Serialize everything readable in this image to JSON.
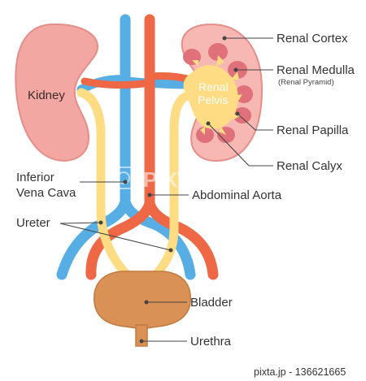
{
  "colors": {
    "kidney": "#f3a7a3",
    "kidney_cortex": "#f7b7b3",
    "pyramid": "#e0707a",
    "pelvis": "#fddc83",
    "vein": "#56aee4",
    "artery": "#ee6846",
    "bladder": "#d99156",
    "leader": "#444444"
  },
  "labels": {
    "kidney": "Kidney",
    "renal_pelvis_line1": "Renal",
    "renal_pelvis_line2": "Pelvis",
    "renal_cortex": "Renal Cortex",
    "renal_medulla": "Renal Medulla",
    "renal_pyramid": "(Renal Pyramid)",
    "renal_papilla": "Renal Papilla",
    "renal_calyx": "Renal Calyx",
    "ivc_line1": "Inferior",
    "ivc_line2": "Vena Cava",
    "abdominal_aorta": "Abdominal Aorta",
    "ureter": "Ureter",
    "bladder": "Bladder",
    "urethra": "Urethra"
  },
  "watermark": {
    "brand": "PIXTA",
    "credit": "pixta.jp - 136621665"
  },
  "icons": [
    "pixta-camera-icon"
  ]
}
